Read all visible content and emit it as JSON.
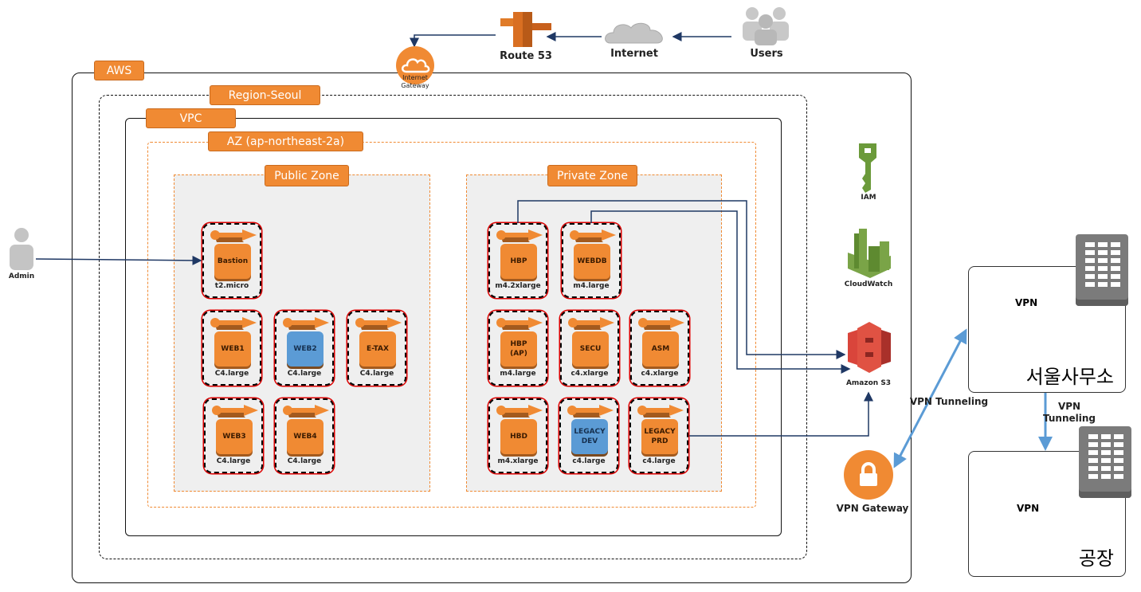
{
  "external": {
    "users": "Users",
    "internet": "Internet",
    "route53": "Route 53",
    "igw": "Internet\nGateway",
    "admin": "Admin"
  },
  "containers": {
    "aws": "AWS",
    "region": "Region-Seoul",
    "vpc": "VPC",
    "az": "AZ (ap-northeast-2a)",
    "public_zone": "Public Zone",
    "private_zone": "Private Zone"
  },
  "public_instances": [
    {
      "name": "Bastion",
      "type": "t2.micro",
      "color": "orange"
    },
    {
      "name": "WEB1",
      "type": "C4.large",
      "color": "orange"
    },
    {
      "name": "WEB2",
      "type": "C4.large",
      "color": "blue"
    },
    {
      "name": "E-TAX",
      "type": "C4.large",
      "color": "orange"
    },
    {
      "name": "WEB3",
      "type": "C4.large",
      "color": "orange"
    },
    {
      "name": "WEB4",
      "type": "C4.large",
      "color": "orange"
    }
  ],
  "private_instances": [
    {
      "name": "HBP",
      "type": "m4.2xlarge",
      "color": "orange"
    },
    {
      "name": "WEBDB",
      "type": "m4.large",
      "color": "orange"
    },
    {
      "name": "HBP\n(AP)",
      "type": "m4.large",
      "color": "orange"
    },
    {
      "name": "SECU",
      "type": "c4.xlarge",
      "color": "orange"
    },
    {
      "name": "ASM",
      "type": "c4.xlarge",
      "color": "orange"
    },
    {
      "name": "HBD",
      "type": "m4.xlarge",
      "color": "orange"
    },
    {
      "name": "LEGACY\nDEV",
      "type": "c4.large",
      "color": "blue"
    },
    {
      "name": "LEGACY\nPRD",
      "type": "c4.large",
      "color": "orange"
    }
  ],
  "services": {
    "iam": "IAM",
    "cloudwatch": "CloudWatch",
    "s3": "Amazon S3",
    "vpn_gateway": "VPN Gateway"
  },
  "offices": {
    "seoul": {
      "vpn": "VPN",
      "name": "서울사무소"
    },
    "factory": {
      "vpn": "VPN",
      "name": "공장"
    }
  },
  "tunnels": {
    "main": "VPN Tunneling",
    "office": "VPN\nTunneling"
  },
  "colors": {
    "aws_orange": "#f08a33",
    "instance_blue": "#5b9bd5",
    "line": "#1f3864",
    "tunnel": "#5b9bd5",
    "iam": "#6b9a3a",
    "s3": "#d9453b"
  }
}
